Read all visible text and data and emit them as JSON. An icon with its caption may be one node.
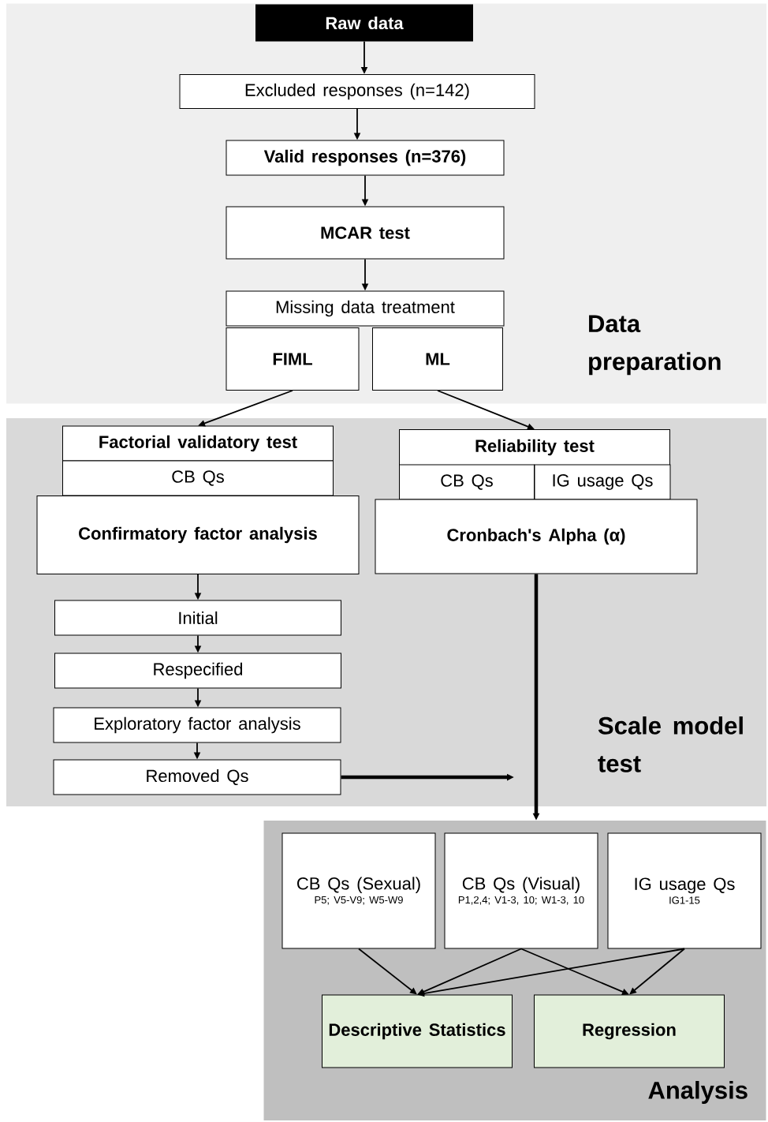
{
  "diagram": {
    "nodes": [
      {
        "text": [
          "Data preparation"
        ]
      },
      {
        "text": [
          "Raw data"
        ],
        "in": 0
      },
      {
        "text": [
          "Excluded responses (n=142)"
        ],
        "in": 0
      },
      {
        "text": [
          "Valid responses (n=376)"
        ],
        "in": 0
      },
      {
        "text": [
          "MCAR test"
        ],
        "in": 0
      },
      {
        "text": [
          "Missing data treatment"
        ],
        "in": 0
      },
      {
        "text": [
          "FIML"
        ],
        "in": 0
      },
      {
        "text": [
          "ML"
        ],
        "in": 0
      },
      {
        "text": [
          "Scale model test"
        ]
      },
      {
        "text": [
          "Factorial validatory test"
        ],
        "in": 8
      },
      {
        "text": [
          "CB Qs"
        ],
        "in": 8
      },
      {
        "text": [
          "Confirmatory factor analysis"
        ],
        "in": 8
      },
      {
        "text": [
          "Reliability test"
        ],
        "in": 8
      },
      {
        "text": [
          "CB Qs"
        ],
        "in": 8
      },
      {
        "text": [
          "IG usage Qs"
        ],
        "in": 8
      },
      {
        "text": [
          "Cronbach's Alpha (α)"
        ],
        "in": 8
      },
      {
        "text": [
          "Initial"
        ],
        "in": 8
      },
      {
        "text": [
          "Respecified"
        ],
        "in": 8
      },
      {
        "text": [
          "Exploratory factor analysis"
        ],
        "in": 8
      },
      {
        "text": [
          "Removed Qs"
        ],
        "in": 8
      },
      {
        "text": [
          "Analysis"
        ]
      },
      {
        "text": [
          "CB Qs (Sexual)",
          "P5; V5-V9; W5-W9"
        ],
        "in": 20
      },
      {
        "text": [
          "CB Qs (Visual)",
          "P1,2,4;  V1-3, 10; W1-3, 10"
        ],
        "in": 20
      },
      {
        "text": [
          "IG usage Qs",
          "IG1-15"
        ],
        "in": 20
      },
      {
        "text": [
          "Descriptive Statistics"
        ],
        "in": 20
      },
      {
        "text": [
          "Regression"
        ],
        "in": 20
      }
    ],
    "edges": [
      {
        "from": 1,
        "to": 2,
        "arrow": "to"
      },
      {
        "from": 2,
        "to": 3,
        "arrow": "to"
      },
      {
        "from": 3,
        "to": 4,
        "arrow": "to"
      },
      {
        "from": 4,
        "to": 5,
        "arrow": "to"
      },
      {
        "from": 6,
        "to": 9,
        "arrow": "to"
      },
      {
        "from": 7,
        "to": 12,
        "arrow": "to"
      },
      {
        "from": 11,
        "to": 16,
        "arrow": "to"
      },
      {
        "from": 16,
        "to": 17,
        "arrow": "to"
      },
      {
        "from": 17,
        "to": 18,
        "arrow": "to"
      },
      {
        "from": 18,
        "to": 19,
        "arrow": "to"
      },
      {
        "from": 15,
        "to": 20,
        "arrow": "to",
        "style": "thick"
      },
      {
        "from": 19,
        "to": null,
        "arrow": "to",
        "style": "thick"
      },
      {
        "from": 21,
        "to": 24,
        "arrow": "to"
      },
      {
        "from": 22,
        "to": 24,
        "arrow": "to"
      },
      {
        "from": 22,
        "to": 25,
        "arrow": "to"
      },
      {
        "from": 23,
        "to": 24,
        "arrow": "to"
      },
      {
        "from": 23,
        "to": 25,
        "arrow": "to"
      }
    ]
  }
}
